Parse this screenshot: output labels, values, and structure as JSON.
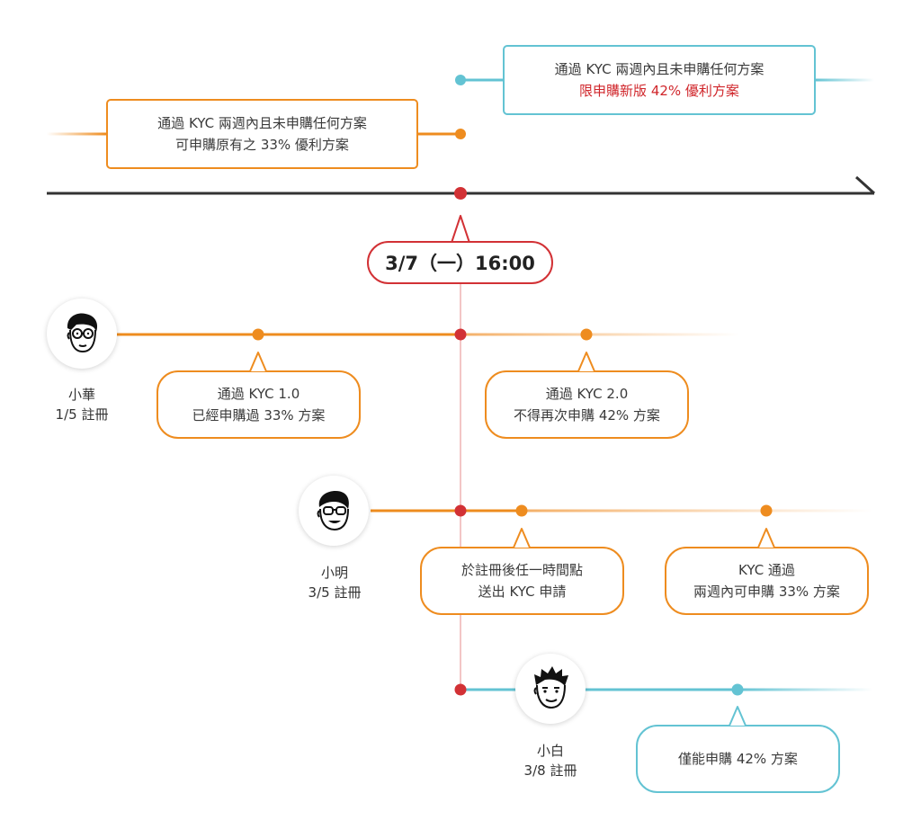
{
  "top_boxes": {
    "new_rule": {
      "line1": "通過 KYC 兩週內且未申購任何方案",
      "line2": "限申購新版 42% 優利方案"
    },
    "old_rule": {
      "line1": "通過 KYC 兩週內且未申購任何方案",
      "line2": "可申購原有之 33% 優利方案"
    }
  },
  "cutoff": {
    "label": "3/7（一）16:00"
  },
  "people": [
    {
      "name": "小華",
      "registered": "1/5 註冊",
      "notes": [
        {
          "line1": "通過 KYC 1.0",
          "line2": "已經申購過 33% 方案"
        },
        {
          "line1": "通過 KYC 2.0",
          "line2": "不得再次申購 42% 方案"
        }
      ]
    },
    {
      "name": "小明",
      "registered": "3/5 註冊",
      "notes": [
        {
          "line1": "於註冊後任一時間點",
          "line2": "送出 KYC 申請"
        },
        {
          "line1": "KYC 通過",
          "line2": "兩週內可申購 33% 方案"
        }
      ]
    },
    {
      "name": "小白",
      "registered": "3/8 註冊",
      "notes": [
        {
          "line1": "僅能申購 42% 方案"
        }
      ]
    }
  ],
  "colors": {
    "orange": "#ee8c1f",
    "blue": "#63c3d3",
    "red": "#d23135",
    "dark": "#333333"
  }
}
